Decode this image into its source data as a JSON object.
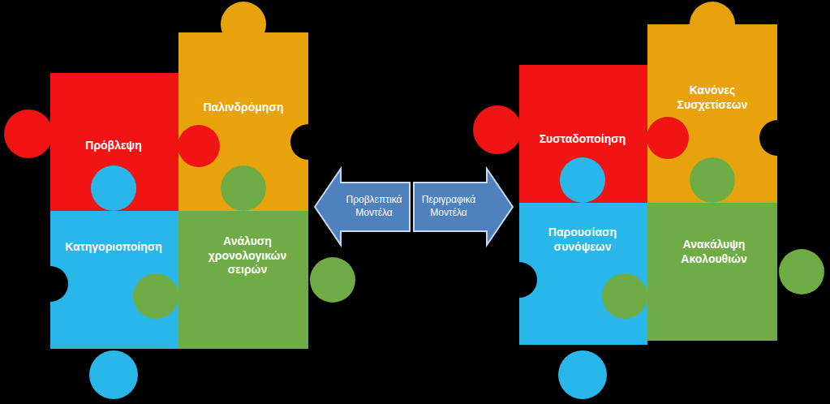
{
  "diagram": {
    "nodes": [
      {
        "text": [
          "Πρόβλεψη"
        ]
      },
      {
        "text": [
          "Παλινδρόμηση"
        ]
      },
      {
        "text": [
          "Κατηγοριοποίηση"
        ]
      },
      {
        "text": [
          "Ανάλυση χρονολογικών σειρών"
        ]
      },
      {
        "text": [
          "Προβλεπτικά Μοντέλα"
        ]
      },
      {
        "text": [
          "Περιγραφικά Μοντέλα"
        ]
      },
      {
        "text": [
          "Συσταδοποίηση"
        ]
      },
      {
        "text": [
          "Κανόνες Συσχετίσεων"
        ]
      },
      {
        "text": [
          "Παρουσίαση συνόψεων"
        ]
      },
      {
        "text": [
          "Ανακάλυψη Ακολουθιών"
        ]
      }
    ]
  }
}
